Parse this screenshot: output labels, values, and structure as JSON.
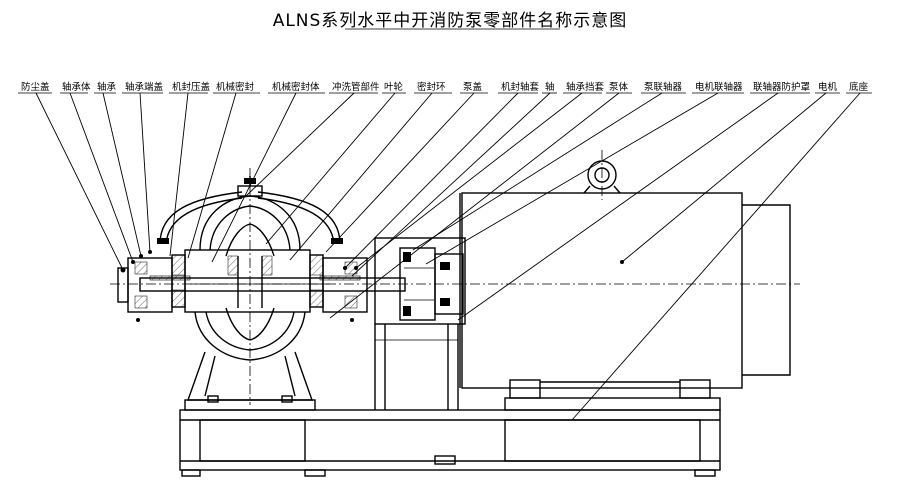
{
  "title": "ALNS系列水平中开消防泵零部件名称示意图",
  "labels": [
    "防尘盖",
    "轴承体",
    "轴承",
    "轴承端盖",
    "机封压盖",
    "机械密封",
    "机械密封体",
    "冲洗管部件",
    "叶轮",
    "密封环",
    "泵盖",
    "机封轴套",
    "轴",
    "轴承挡套",
    "泵体",
    "泵联轴器",
    "电机联轴器",
    "联轴器防护罩",
    "电机",
    "底座"
  ]
}
